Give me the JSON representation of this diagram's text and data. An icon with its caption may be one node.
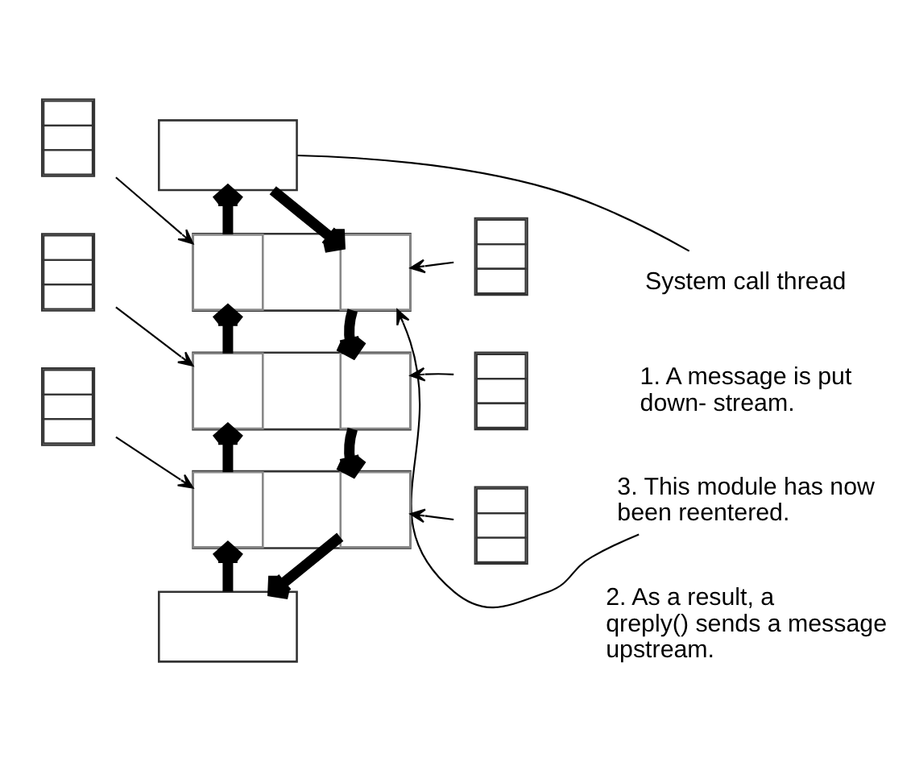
{
  "diagram": {
    "nodes": [
      {
        "text": [
          "System call thread"
        ]
      },
      {
        "text": [],
        "shape": "box"
      },
      {
        "text": [],
        "shape": "box"
      },
      {
        "text": [
          "3. This module has now been reentered."
        ]
      },
      {
        "text": [],
        "shape": "box"
      },
      {
        "text": [],
        "shape": "box",
        "in": 4
      },
      {
        "text": [],
        "shape": "box",
        "in": 4
      },
      {
        "text": [],
        "shape": "box"
      },
      {
        "text": [],
        "shape": "box"
      },
      {
        "text": [],
        "shape": "box"
      },
      {
        "text": [],
        "shape": "box",
        "in": 9
      },
      {
        "text": [],
        "shape": "box",
        "in": 9
      },
      {
        "text": [],
        "shape": "box"
      },
      {
        "text": [],
        "shape": "box"
      },
      {
        "text": [],
        "shape": "box"
      },
      {
        "text": [],
        "shape": "box",
        "in": 14
      },
      {
        "text": [],
        "shape": "box",
        "in": 14
      },
      {
        "text": [],
        "shape": "box"
      },
      {
        "text": [],
        "shape": "box"
      }
    ],
    "edges": [
      {
        "from": 0,
        "to": 1,
        "arrow": "none"
      },
      {
        "from": 1,
        "to": 6,
        "arrow": "to",
        "style": "thick"
      },
      {
        "from": 6,
        "to": 11,
        "arrow": "to",
        "style": "thick"
      },
      {
        "from": 11,
        "to": 16,
        "arrow": "to",
        "style": "thick"
      },
      {
        "from": 16,
        "to": 18,
        "arrow": "to",
        "style": "thick"
      },
      {
        "from": 18,
        "to": 15,
        "arrow": "to",
        "style": "thick"
      },
      {
        "from": 15,
        "to": 10,
        "arrow": "to",
        "style": "thick"
      },
      {
        "from": 10,
        "to": 5,
        "arrow": "to",
        "style": "thick"
      },
      {
        "from": 5,
        "to": 1,
        "arrow": "to",
        "style": "thick"
      },
      {
        "from": 2,
        "to": 6,
        "arrow": "to"
      },
      {
        "from": 7,
        "to": 5,
        "arrow": "to"
      },
      {
        "from": 8,
        "to": 11,
        "arrow": "to"
      },
      {
        "from": 12,
        "to": 10,
        "arrow": "to"
      },
      {
        "from": 13,
        "to": 16,
        "arrow": "to"
      },
      {
        "from": 17,
        "to": 15,
        "arrow": "to"
      },
      {
        "from": 3,
        "to": 6,
        "arrow": "to"
      }
    ],
    "labels": [
      "1. A message is put down- stream.",
      "2. As a result, a qreply() sends a message upstream."
    ]
  }
}
